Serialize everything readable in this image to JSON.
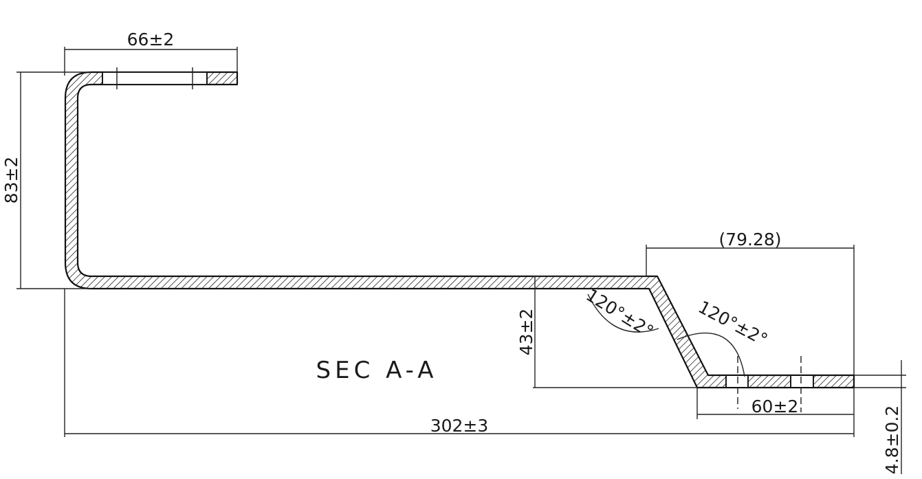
{
  "drawing": {
    "section_title": "SEC A-A",
    "dimensions": {
      "top_flange_width": "66±2",
      "left_height": "83±2",
      "step_height": "43±2",
      "overall_length": "302±3",
      "reference_length": "(79.28)",
      "bottom_flange_width": "60±2",
      "thickness": "4.8±0.2",
      "angle_upper": "120°±2°",
      "angle_lower": "120°±2°"
    }
  }
}
